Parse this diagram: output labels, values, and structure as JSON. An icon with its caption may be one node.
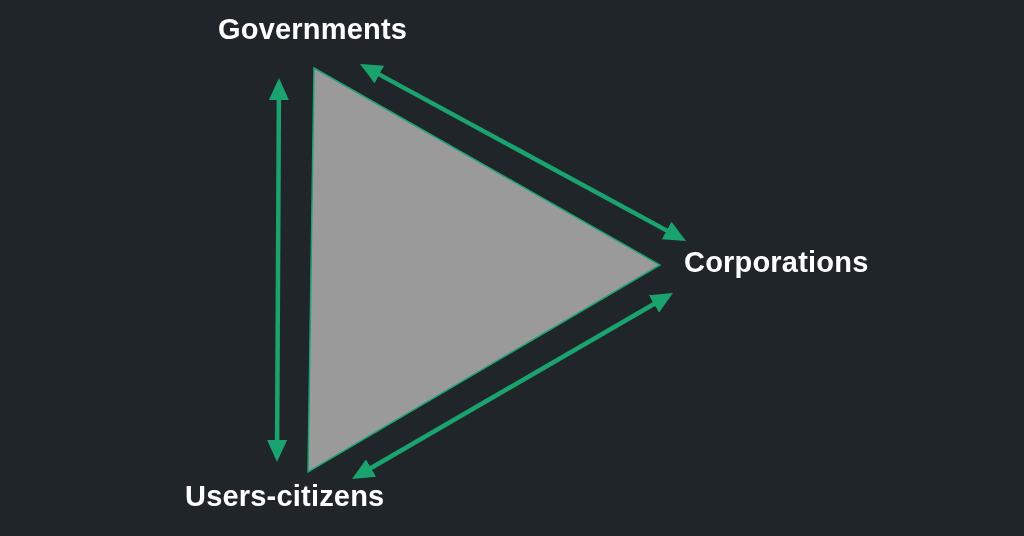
{
  "diagram": {
    "nodes": [
      {
        "text": [
          "Governments"
        ]
      },
      {
        "text": [
          "Corporations"
        ]
      },
      {
        "text": [
          "Users-citizens"
        ]
      }
    ],
    "edges": [
      {
        "from": 0,
        "to": 2,
        "arrow": "both"
      },
      {
        "from": 0,
        "to": 1,
        "arrow": "both"
      },
      {
        "from": 1,
        "to": 2,
        "arrow": "both"
      }
    ]
  }
}
